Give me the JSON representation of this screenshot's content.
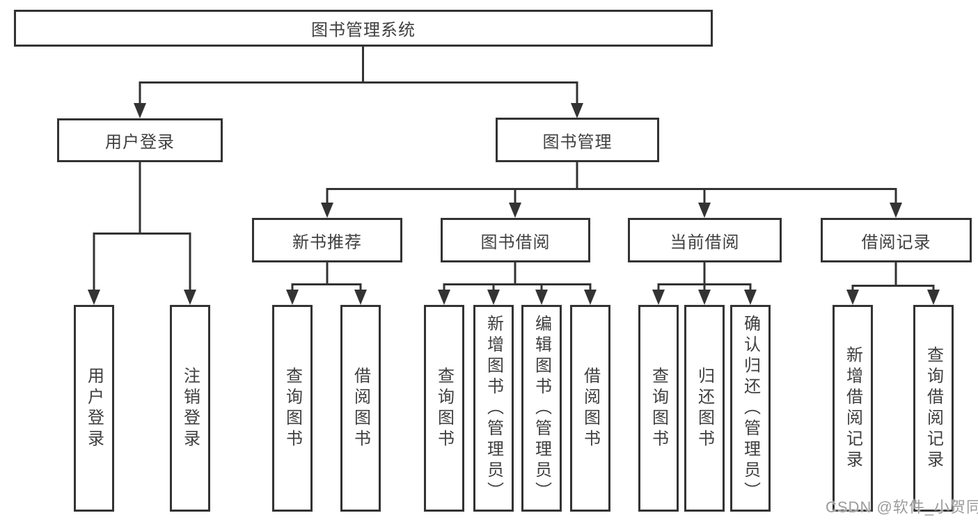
{
  "colors": {
    "line": "#333333",
    "box_border": "#333333",
    "box_fill": "#ffffff",
    "text": "#3f3f3f",
    "background": "#ffffff",
    "watermark_text": "#9b9b9b"
  },
  "watermark": {
    "text": "CSDN @软件_小贺同学"
  },
  "tree": {
    "label": "图书管理系统",
    "children": [
      {
        "label": "用户登录",
        "children": [
          {
            "label": "用户登录"
          },
          {
            "label": "注销登录"
          }
        ]
      },
      {
        "label": "图书管理",
        "children": [
          {
            "label": "新书推荐",
            "children": [
              {
                "label": "查询图书"
              },
              {
                "label": "借阅图书"
              }
            ]
          },
          {
            "label": "图书借阅",
            "children": [
              {
                "label": "查询图书"
              },
              {
                "label": "新增图书（管理员）"
              },
              {
                "label": "编辑图书（管理员）"
              },
              {
                "label": "借阅图书"
              }
            ]
          },
          {
            "label": "当前借阅",
            "children": [
              {
                "label": "查询图书"
              },
              {
                "label": "归还图书"
              },
              {
                "label": "确认归还（管理员）"
              }
            ]
          },
          {
            "label": "借阅记录",
            "children": [
              {
                "label": "新增借阅记录"
              },
              {
                "label": "查询借阅记录"
              }
            ]
          }
        ]
      }
    ]
  }
}
